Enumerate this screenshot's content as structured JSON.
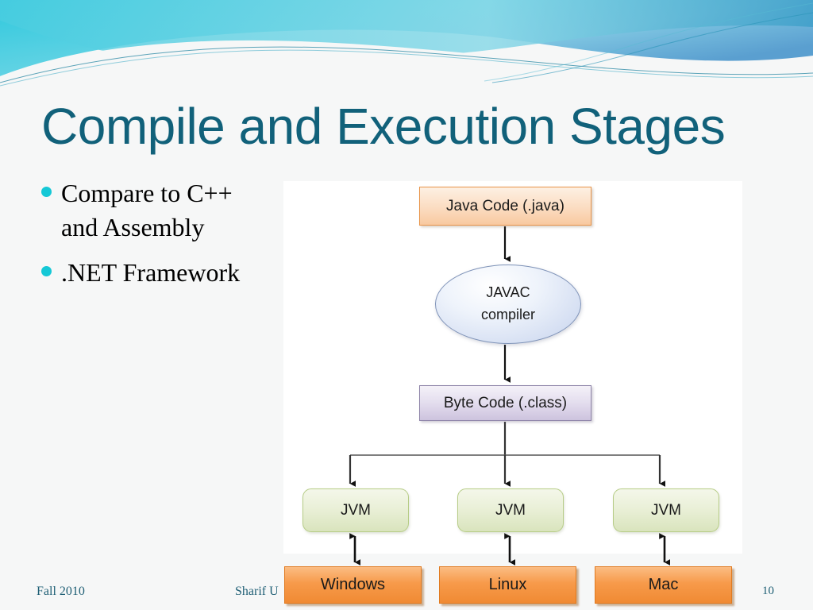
{
  "slide": {
    "title": "Compile and Execution Stages",
    "background_color": "#f6f7f7",
    "title_color": "#11617a"
  },
  "header": {
    "decoration": "wave-banner",
    "colors": [
      "#2ec8dd",
      "#7fd8e8",
      "#5fa8d8",
      "#1f7fa8",
      "#ffffff"
    ]
  },
  "bullets": {
    "marker_color": "#15c8d6",
    "items": [
      {
        "text": "Compare to C++ and Assembly"
      },
      {
        "text": ".NET Framework"
      }
    ]
  },
  "diagram": {
    "title": "Java compile and execution flow",
    "nodes": {
      "java_code": {
        "label": "Java Code (.java)",
        "shape": "rectangle",
        "fill": "#fbdcc1",
        "border": "#e8954a"
      },
      "javac": {
        "label_line1": "JAVAC",
        "label_line2": "compiler",
        "shape": "ellipse",
        "fill": "#d4def2",
        "border": "#7f93b8"
      },
      "byte_code": {
        "label": "Byte Code (.class)",
        "shape": "rectangle",
        "fill": "#e3ddee",
        "border": "#8e84a8"
      },
      "jvm_1": {
        "label": "JVM",
        "shape": "rounded-rectangle",
        "fill": "#eaf0d8",
        "border": "#b6cc86"
      },
      "jvm_2": {
        "label": "JVM",
        "shape": "rounded-rectangle",
        "fill": "#eaf0d8",
        "border": "#b6cc86"
      },
      "jvm_3": {
        "label": "JVM",
        "shape": "rounded-rectangle",
        "fill": "#eaf0d8",
        "border": "#b6cc86"
      },
      "os_1": {
        "label": "Windows",
        "shape": "rectangle",
        "fill": "#f79a4a",
        "border": "#e07a1f"
      },
      "os_2": {
        "label": "Linux",
        "shape": "rectangle",
        "fill": "#f79a4a",
        "border": "#e07a1f"
      },
      "os_3": {
        "label": "Mac",
        "shape": "rectangle",
        "fill": "#f79a4a",
        "border": "#e07a1f"
      }
    },
    "edges": [
      {
        "from": "java_code",
        "to": "javac",
        "style": "arrow-down"
      },
      {
        "from": "javac",
        "to": "byte_code",
        "style": "arrow-down"
      },
      {
        "from": "byte_code",
        "to": "jvm_1",
        "style": "branch-arrow-down"
      },
      {
        "from": "byte_code",
        "to": "jvm_2",
        "style": "branch-arrow-down"
      },
      {
        "from": "byte_code",
        "to": "jvm_3",
        "style": "branch-arrow-down"
      },
      {
        "from": "jvm_1",
        "to": "os_1",
        "style": "double-arrow"
      },
      {
        "from": "jvm_2",
        "to": "os_2",
        "style": "double-arrow"
      },
      {
        "from": "jvm_3",
        "to": "os_3",
        "style": "double-arrow"
      }
    ]
  },
  "footer": {
    "left": "Fall 2010",
    "center": "Sharif U",
    "page_number": "10"
  }
}
